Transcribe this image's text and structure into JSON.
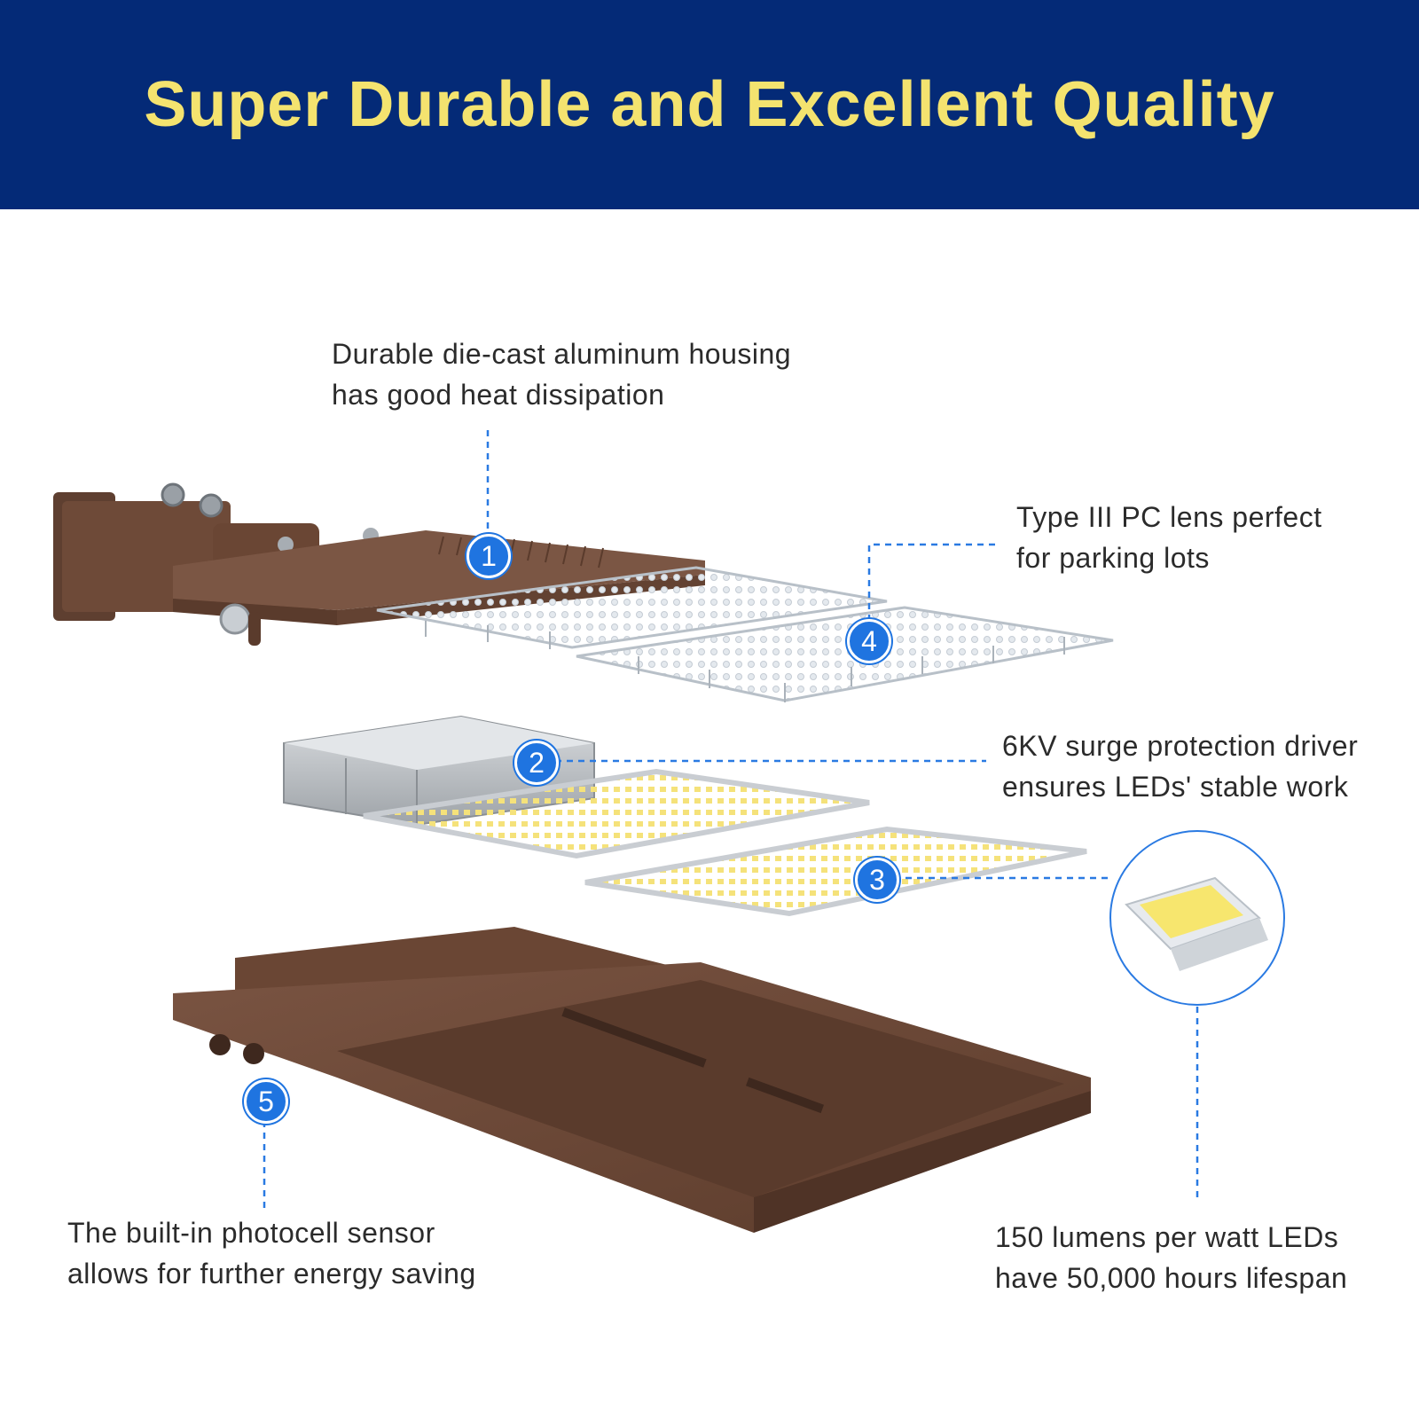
{
  "header": {
    "title": "Super Durable and Excellent Quality"
  },
  "callouts": [
    {
      "number": "1",
      "lines": [
        "Durable die-cast aluminum housing",
        "has good heat dissipation"
      ]
    },
    {
      "number": "2",
      "lines": [
        "6KV surge protection driver",
        "ensures LEDs' stable work"
      ]
    },
    {
      "number": "3",
      "lines": [
        "150 lumens per watt LEDs",
        "have 50,000 hours lifespan"
      ]
    },
    {
      "number": "4",
      "lines": [
        "Type III PC lens perfect",
        "for parking lots"
      ]
    },
    {
      "number": "5",
      "lines": [
        "The built-in photocell sensor",
        "allows for further energy saving"
      ]
    }
  ],
  "colors": {
    "banner": "#042a77",
    "title": "#f4e36f",
    "accent": "#1f74e0",
    "housing": "#6e4a38",
    "led": "#f5e27a"
  }
}
